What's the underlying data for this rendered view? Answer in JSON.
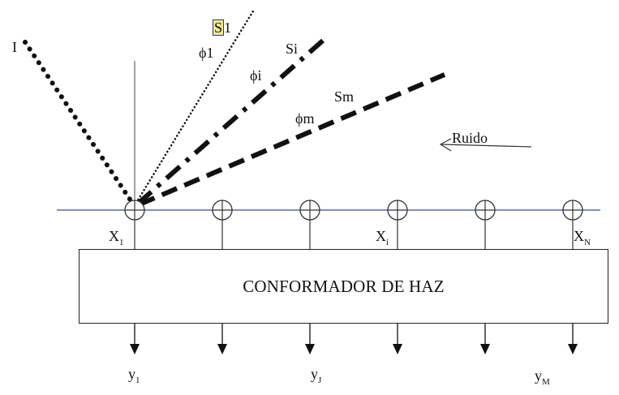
{
  "signals": {
    "interference": "I",
    "s1": {
      "prefix": "S",
      "suffix": "1"
    },
    "phi1": "ϕ1",
    "si": "Si",
    "phii": "ϕi",
    "sm": "Sm",
    "phim": "ϕm"
  },
  "noise_label": "Ruido",
  "elements": [
    {
      "name": "X",
      "sub": "1"
    },
    {
      "name": "X",
      "sub": "i"
    },
    {
      "name": "X",
      "sub": "N"
    }
  ],
  "beamformer_label": "CONFORMADOR DE HAZ",
  "outputs": [
    {
      "name": "y",
      "sub": "1"
    },
    {
      "name": "y",
      "sub": "J"
    },
    {
      "name": "y",
      "sub": "M"
    }
  ]
}
